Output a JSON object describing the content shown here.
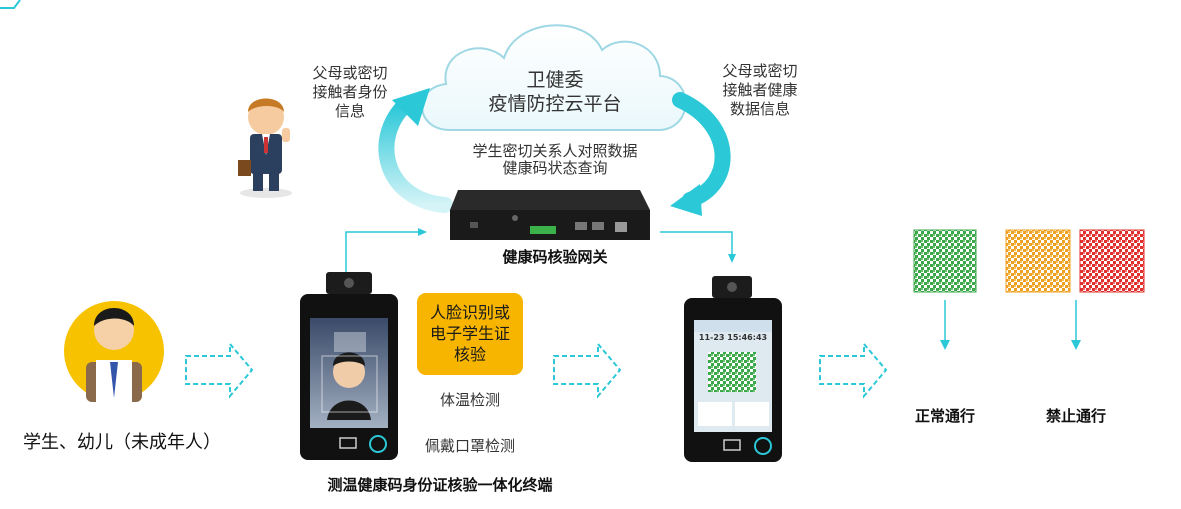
{
  "cloud": {
    "line1": "卫健委",
    "line2": "疫情防控云平台"
  },
  "left_flow_label": {
    "line1": "父母或密切",
    "line2": "接触者身份",
    "line3": "信息"
  },
  "right_flow_label": {
    "line1": "父母或密切",
    "line2": "接触者健康",
    "line3": "数据信息"
  },
  "center_query": {
    "line1": "学生密切关系人对照数据",
    "line2": "健康码状态查询"
  },
  "gateway": {
    "label": "健康码核验网关"
  },
  "student": {
    "label": "学生、幼儿（未成年人）"
  },
  "terminal": {
    "label": "测温健康码身份证核验一体化终端",
    "screen_time": "11-23 15:46:43"
  },
  "features": {
    "face_box": {
      "line1": "人脸识别或",
      "line2": "电子学生证",
      "line3": "核验"
    },
    "temperature": "体温检测",
    "mask": "佩戴口罩检测"
  },
  "result": {
    "pass": "正常通行",
    "deny": "禁止通行"
  },
  "colors": {
    "accent_cyan": "#2bc8d8",
    "box_orange": "#f7b500",
    "qr_green": "#3aa84a",
    "qr_orange": "#f0a020",
    "qr_red": "#e0302e"
  }
}
